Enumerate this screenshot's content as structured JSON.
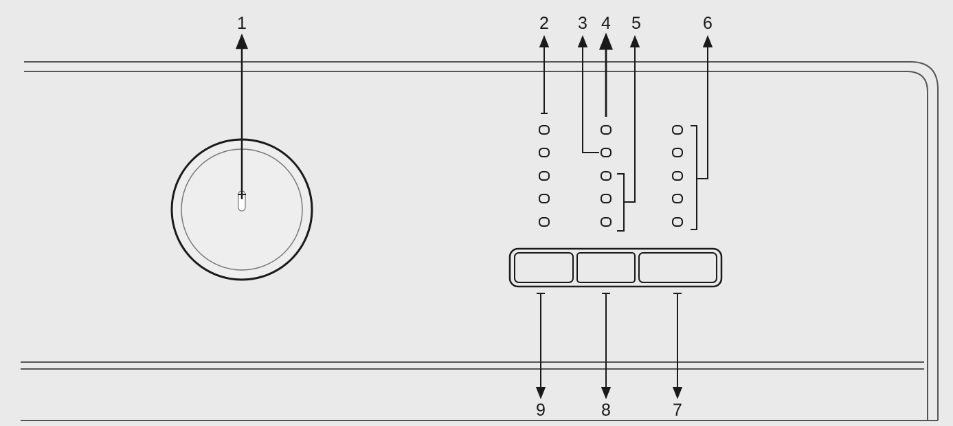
{
  "diagram": {
    "callouts": {
      "c1": "1",
      "c2": "2",
      "c3": "3",
      "c4": "4",
      "c5": "5",
      "c6": "6",
      "c7": "7",
      "c8": "8",
      "c9": "9"
    },
    "colors": {
      "background": "#eaeaea",
      "line": "#1a1a1a",
      "panel_edge": "#555555"
    },
    "led_columns": [
      {
        "name": "left",
        "count": 5
      },
      {
        "name": "middle",
        "count": 5
      },
      {
        "name": "right",
        "count": 5
      }
    ],
    "buttons_count": 3
  }
}
